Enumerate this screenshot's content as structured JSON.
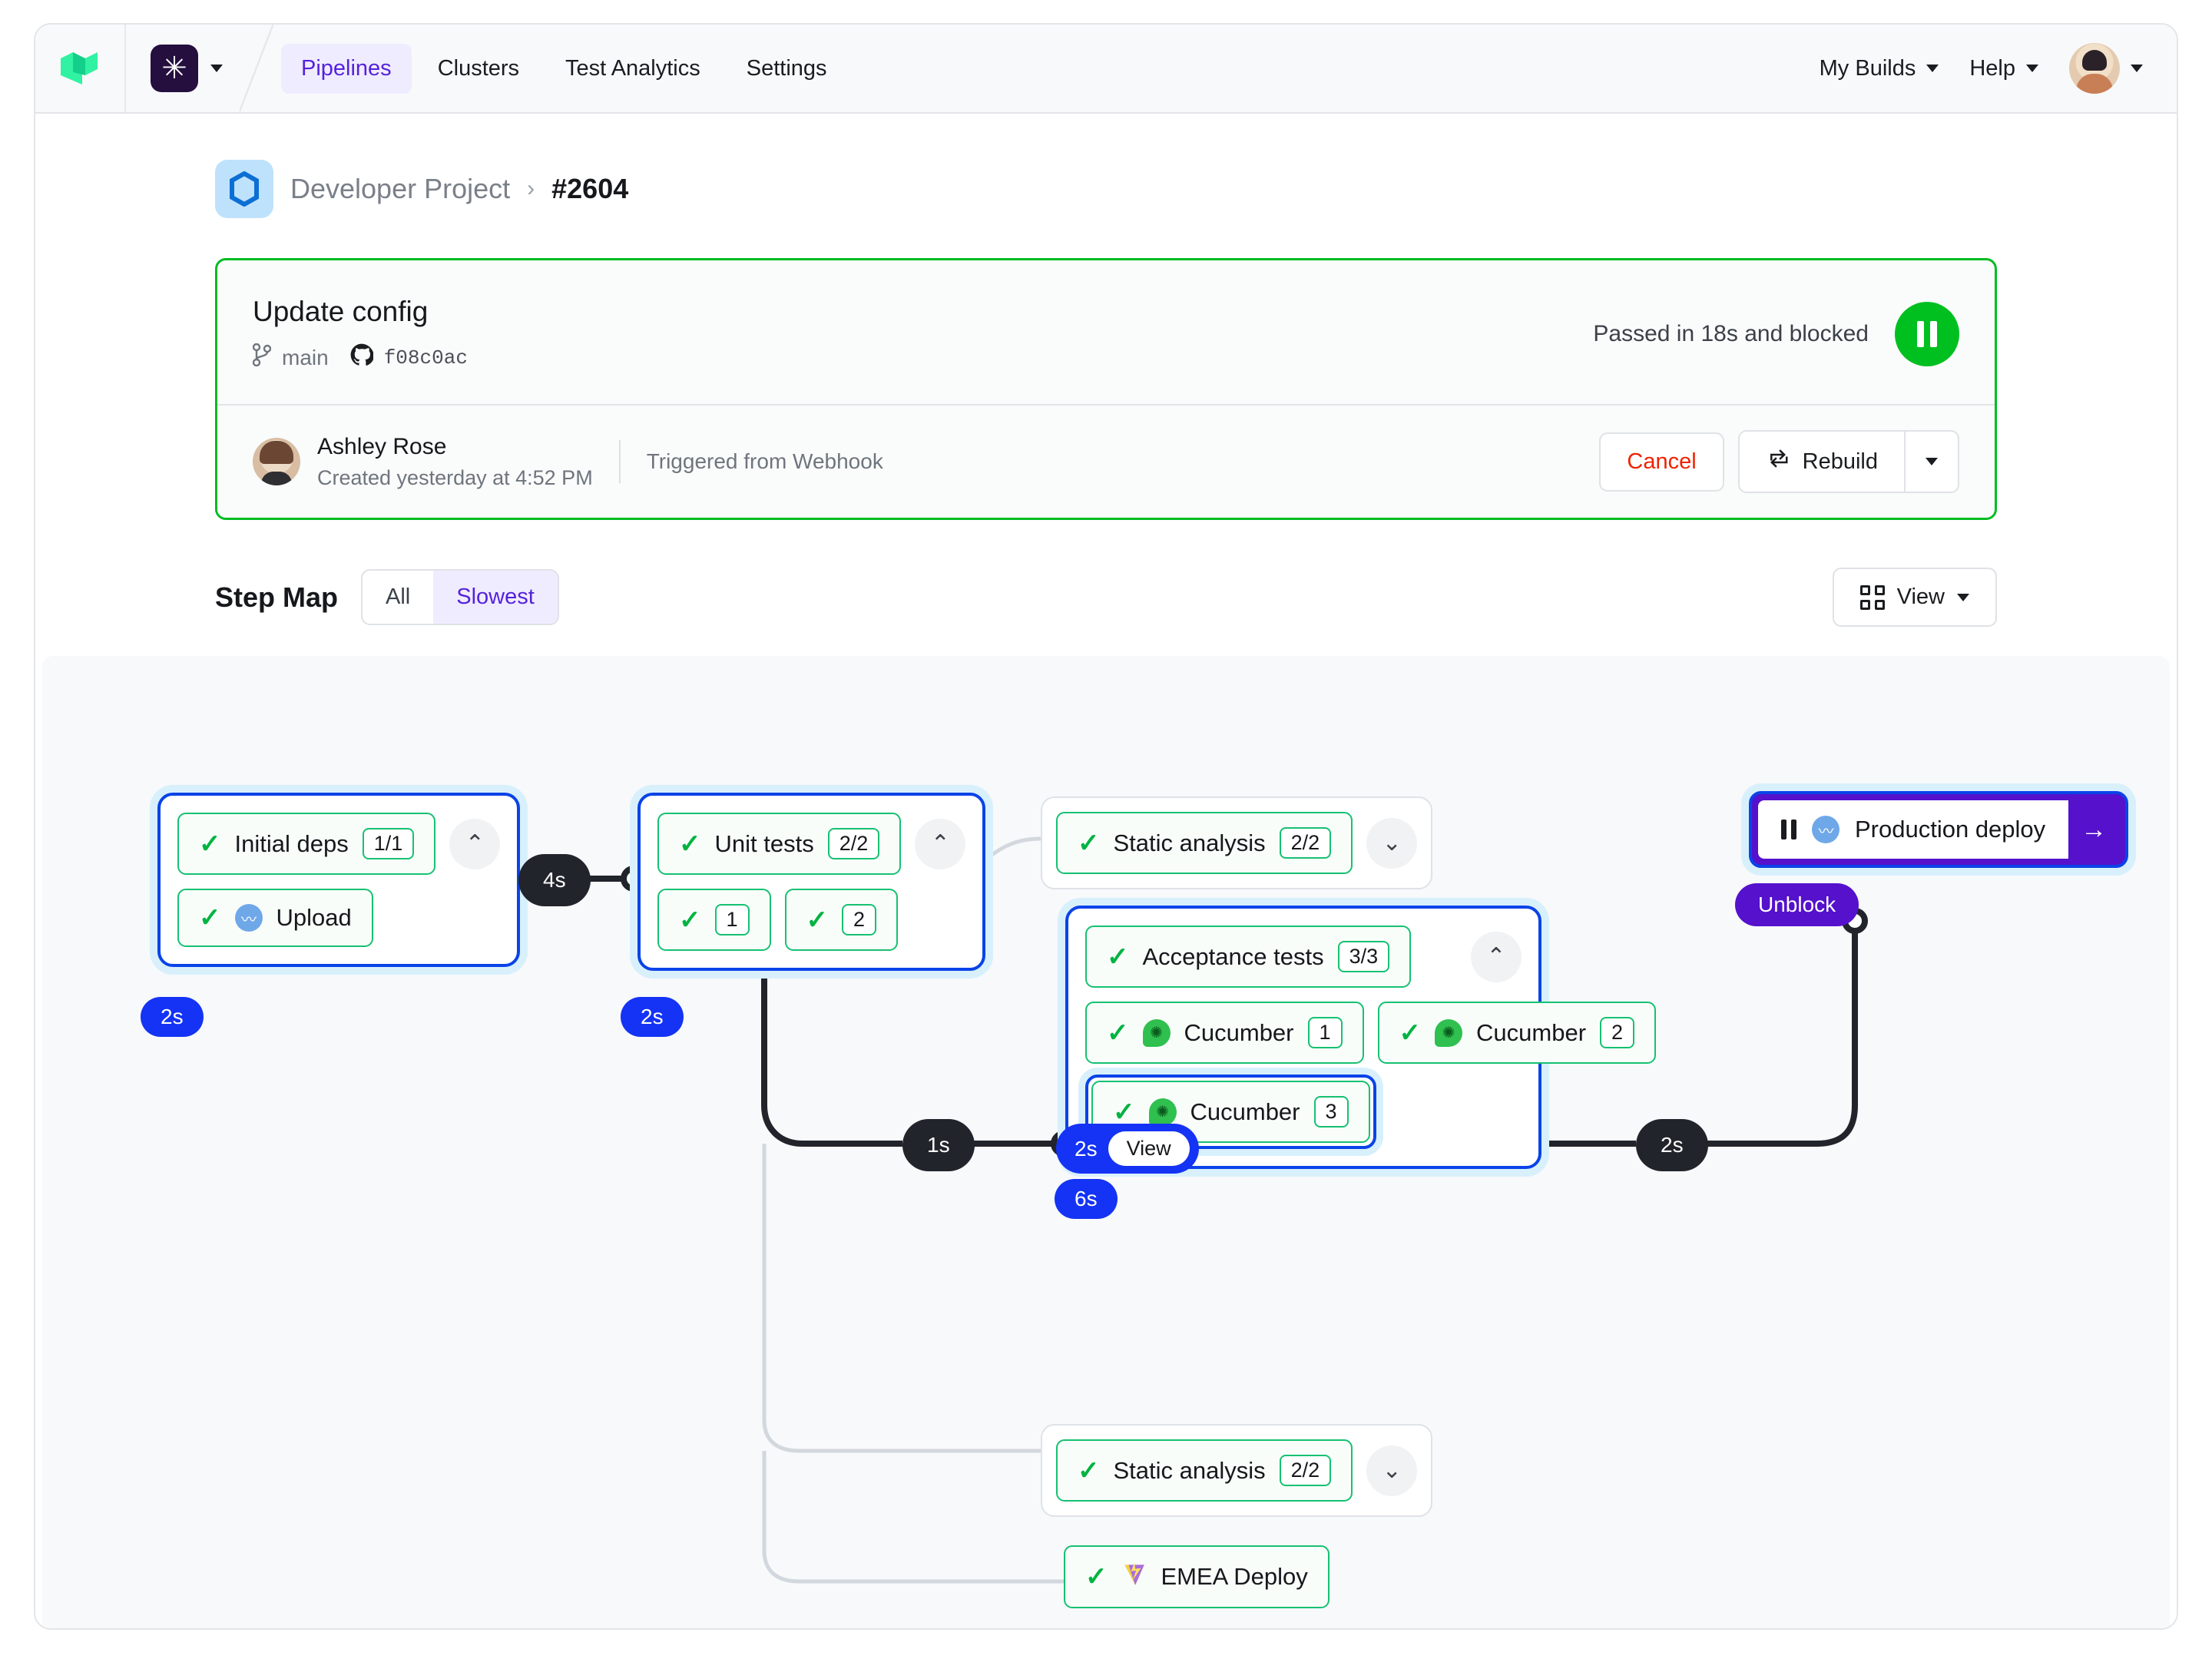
{
  "nav": {
    "logo_icon": "buildkite-logo",
    "org_glyph": "✳",
    "links": [
      {
        "label": "Pipelines",
        "active": true
      },
      {
        "label": "Clusters",
        "active": false
      },
      {
        "label": "Test Analytics",
        "active": false
      },
      {
        "label": "Settings",
        "active": false
      }
    ],
    "my_builds": "My Builds",
    "help": "Help"
  },
  "breadcrumb": {
    "project": "Developer Project",
    "separator": "›",
    "build": "#2604"
  },
  "build": {
    "title": "Update config",
    "branch": "main",
    "commit": "f08c0ac",
    "status_text": "Passed in 18s and blocked",
    "status_icon": "pause",
    "author": "Ashley Rose",
    "created": "Created yesterday at 4:52 PM",
    "trigger": "Triggered from Webhook",
    "cancel_label": "Cancel",
    "rebuild_label": "Rebuild"
  },
  "stepmap": {
    "title": "Step Map",
    "filters": [
      {
        "label": "All",
        "active": false
      },
      {
        "label": "Slowest",
        "active": true
      }
    ],
    "view_label": "View"
  },
  "graph": {
    "groups": [
      {
        "id": "initial-deps",
        "selected": true,
        "duration": "2s",
        "header": {
          "label": "Initial deps",
          "count": "1/1",
          "state": "passed",
          "chevron": "up"
        },
        "children": [
          {
            "label": "Upload",
            "icon": "buildkite-pipeline-icon",
            "state": "passed"
          }
        ]
      },
      {
        "id": "unit-tests",
        "selected": true,
        "duration": "2s",
        "header": {
          "label": "Unit tests",
          "count": "2/2",
          "state": "passed",
          "chevron": "up"
        },
        "children": [
          {
            "label": "",
            "count": "1",
            "state": "passed"
          },
          {
            "label": "",
            "count": "2",
            "state": "passed"
          }
        ]
      },
      {
        "id": "static-analysis-top",
        "selected": false,
        "duration": "",
        "header": {
          "label": "Static analysis",
          "count": "2/2",
          "state": "passed",
          "chevron": "down"
        },
        "children": []
      },
      {
        "id": "acceptance-tests",
        "selected": true,
        "duration": "6s",
        "inner_duration": "2s",
        "inner_view_label": "View",
        "header": {
          "label": "Acceptance tests",
          "count": "3/3",
          "state": "passed",
          "chevron": "up"
        },
        "children": [
          {
            "label": "Cucumber",
            "count": "1",
            "icon": "cucumber-icon",
            "state": "passed",
            "selected": false
          },
          {
            "label": "Cucumber",
            "count": "2",
            "icon": "cucumber-icon",
            "state": "passed",
            "selected": false
          },
          {
            "label": "Cucumber",
            "count": "3",
            "icon": "cucumber-icon",
            "state": "passed",
            "selected": true
          }
        ]
      },
      {
        "id": "static-analysis-bottom",
        "selected": false,
        "duration": "",
        "header": {
          "label": "Static analysis",
          "count": "2/2",
          "state": "passed",
          "chevron": "down"
        },
        "children": []
      },
      {
        "id": "emea-deploy",
        "selected": false,
        "duration": "",
        "header": {
          "label": "EMEA Deploy",
          "count": "",
          "state": "passed",
          "icon": "vite-bolt-icon"
        },
        "children": []
      }
    ],
    "block_step": {
      "label": "Production deploy",
      "icon": "buildkite-pipeline-icon",
      "state": "blocked",
      "arrow": "→",
      "unblock_label": "Unblock"
    },
    "edge_durations": [
      "4s",
      "1s",
      "2s"
    ],
    "colors": {
      "passed": "#16c172",
      "selected": "#0a43e8",
      "block": "#5511cc",
      "duration_pill": "#1433f5",
      "edge_pill": "#21242b"
    }
  }
}
